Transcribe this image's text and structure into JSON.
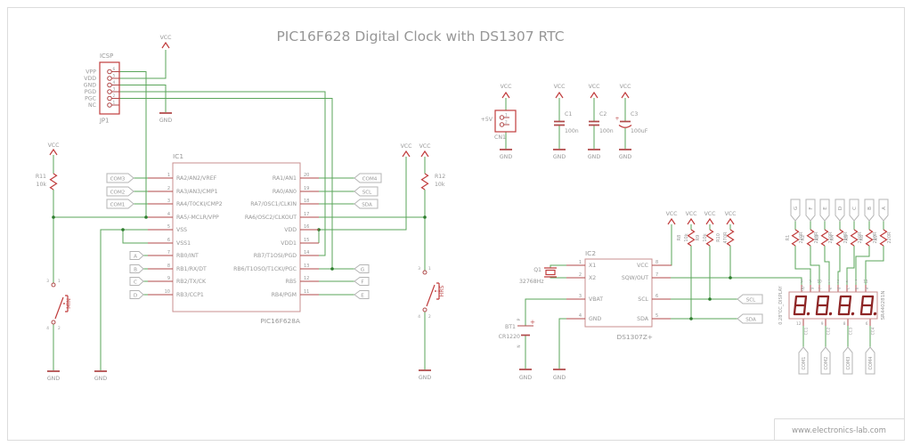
{
  "title": "PIC16F628 Digital Clock with DS1307 RTC",
  "footer": {
    "url": "www.electronics-lab.com"
  },
  "power": {
    "vcc": "VCC",
    "gnd": "GND"
  },
  "icsp": {
    "label": "ICSP",
    "refdes": "JP1",
    "pins": [
      "VPP",
      "VDD",
      "GND",
      "PGD",
      "PGC",
      "NC"
    ],
    "numbers": [
      "6",
      "5",
      "4",
      "3",
      "2",
      "1"
    ]
  },
  "ic1": {
    "refdes": "IC1",
    "part": "PIC16F628A",
    "left": [
      {
        "n": "1",
        "name": "RA2/AN2/VREF"
      },
      {
        "n": "2",
        "name": "RA3/AN3/CMP1"
      },
      {
        "n": "3",
        "name": "RA4/T0CKI/CMP2"
      },
      {
        "n": "4",
        "name": "RA5/-MCLR/VPP"
      },
      {
        "n": "5",
        "name": "VSS"
      },
      {
        "n": "6",
        "name": "VSS1"
      },
      {
        "n": "7",
        "name": "RB0/INT"
      },
      {
        "n": "8",
        "name": "RB1/RX/DT"
      },
      {
        "n": "9",
        "name": "RB2/TX/CK"
      },
      {
        "n": "10",
        "name": "RB3/CCP1"
      }
    ],
    "right": [
      {
        "n": "20",
        "name": "RA1/AN1"
      },
      {
        "n": "19",
        "name": "RA0/AN0"
      },
      {
        "n": "18",
        "name": "RA7/OSC1/CLKIN"
      },
      {
        "n": "17",
        "name": "RA6/OSC2/CLKOUT"
      },
      {
        "n": "16",
        "name": "VDD"
      },
      {
        "n": "15",
        "name": "VDD1"
      },
      {
        "n": "14",
        "name": "RB7/T1OSI/PGD"
      },
      {
        "n": "13",
        "name": "RB6/T1OSO/T1CKI/PGC"
      },
      {
        "n": "12",
        "name": "RB5"
      },
      {
        "n": "11",
        "name": "RB4/PGM"
      }
    ]
  },
  "r11": {
    "name": "R11",
    "value": "10k"
  },
  "r12": {
    "name": "R12",
    "value": "10k"
  },
  "buttons": {
    "min": {
      "name": "MIN",
      "pins": [
        "3",
        "1",
        "4",
        "2"
      ]
    },
    "hrs": {
      "name": "HRS",
      "pins": [
        "3",
        "1",
        "4",
        "2"
      ]
    }
  },
  "cn1": {
    "label": "+5V",
    "refdes": "CN1",
    "pins": [
      "1",
      "2"
    ]
  },
  "caps": [
    {
      "name": "C1",
      "value": "100n"
    },
    {
      "name": "C2",
      "value": "100n"
    },
    {
      "name": "C3",
      "value": "100uF",
      "plus": "+"
    }
  ],
  "ic2": {
    "refdes": "IC2",
    "part": "DS1307Z+",
    "left": [
      {
        "n": "1",
        "name": "X1"
      },
      {
        "n": "2",
        "name": "X2"
      },
      {
        "n": "3",
        "name": "VBAT"
      },
      {
        "n": "4",
        "name": "GND"
      }
    ],
    "right": [
      {
        "n": "8",
        "name": "VCC"
      },
      {
        "n": "7",
        "name": "SQW/OUT"
      },
      {
        "n": "6",
        "name": "SCL"
      },
      {
        "n": "5",
        "name": "SDA"
      }
    ]
  },
  "q1": {
    "name": "Q1",
    "value": "32768Hz"
  },
  "bt1": {
    "name": "BT1",
    "value": "CR1220",
    "plus": "+",
    "pin_p": "P",
    "pin_n": "N"
  },
  "pullups": [
    {
      "name": "R8",
      "value": "10k"
    },
    {
      "name": "R9",
      "value": "10k"
    },
    {
      "name": "R10",
      "value": "470R"
    }
  ],
  "seg_resistors": [
    {
      "name": "R1",
      "value": "220R"
    },
    {
      "name": "R2",
      "value": "220R"
    },
    {
      "name": "R3",
      "value": "220R"
    },
    {
      "name": "R4",
      "value": "220R"
    },
    {
      "name": "R5",
      "value": "220R"
    },
    {
      "name": "R6",
      "value": "220R"
    },
    {
      "name": "R7",
      "value": "220R"
    }
  ],
  "tags": {
    "com_left": [
      "COM3",
      "COM2",
      "COM1"
    ],
    "abcd": [
      "A",
      "B",
      "C",
      "D"
    ],
    "right": [
      "COM4",
      "SCL",
      "SDA"
    ],
    "gfe": [
      "G",
      "F",
      "E"
    ],
    "i2c": [
      "SCL",
      "SDA"
    ],
    "seg": [
      "G",
      "F",
      "E",
      "D",
      "C",
      "B",
      "A"
    ],
    "com_display": [
      "COM1",
      "COM2",
      "COM3",
      "COM4"
    ]
  },
  "display": {
    "name": "0.28\"CC_DISPLAY",
    "part": "SR440281N",
    "top_numbers": [
      "3",
      "5",
      "10",
      "1",
      "2",
      "4",
      "7",
      "11"
    ],
    "top_letters": [
      "dp",
      "g",
      "f",
      "e",
      "d",
      "c",
      "b",
      "a"
    ],
    "bottom_numbers": [
      "12",
      "9",
      "8",
      "6"
    ],
    "bottom_letters": [
      "CC1",
      "CC2",
      "CC3",
      "CC4"
    ]
  }
}
